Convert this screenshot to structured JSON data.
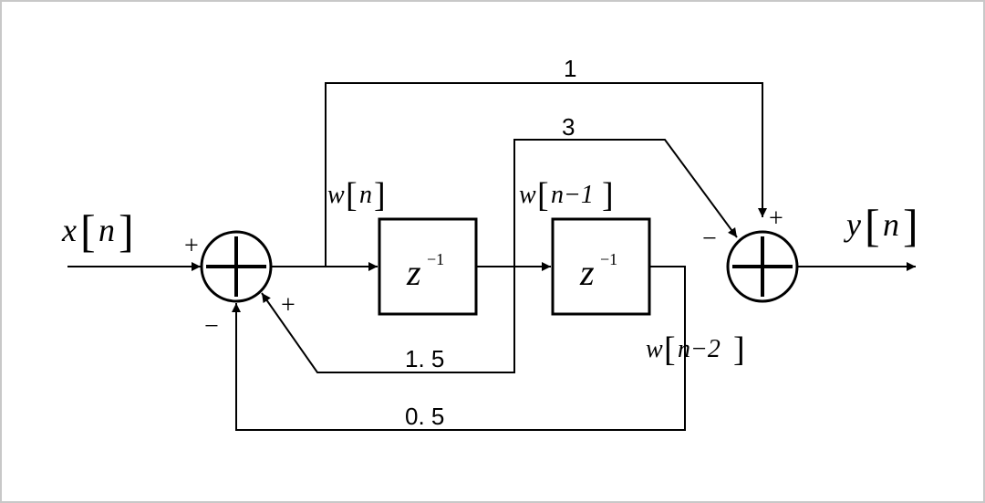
{
  "signals": {
    "input": {
      "name": "x",
      "index": "n"
    },
    "output": {
      "name": "y",
      "index": "n"
    },
    "w_n": {
      "name": "w",
      "index": "n"
    },
    "w_n1": {
      "name": "w",
      "index": "n−1"
    },
    "w_n2": {
      "name": "w",
      "index": "n−2"
    }
  },
  "delays": [
    {
      "base": "z",
      "exp": "−1"
    },
    {
      "base": "z",
      "exp": "−1"
    }
  ],
  "coefficients": {
    "top_one": "1",
    "top_three": "3",
    "fb_one_five": "1. 5",
    "fb_zero_five": "0. 5"
  },
  "signs": {
    "sum1_input": "+",
    "sum1_fb1": "+",
    "sum1_fb2": "−",
    "sum2_left": "−",
    "sum2_top": "+"
  }
}
